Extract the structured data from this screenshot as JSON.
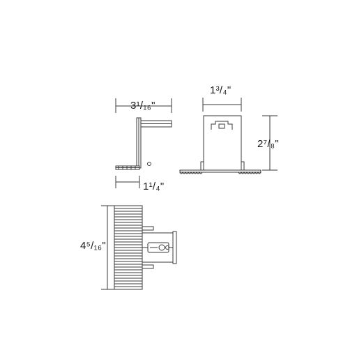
{
  "colors": {
    "line": "#3a3a3a",
    "fill": "#ffffff",
    "background": "#ffffff"
  },
  "dimensions": {
    "side_width": "3¹/₁₆\"",
    "front_width": "1³/₄\"",
    "front_height": "2⁷/₈\"",
    "side_depth": "1¹/₄\"",
    "bottom_height": "4⁵/₁₆\""
  }
}
